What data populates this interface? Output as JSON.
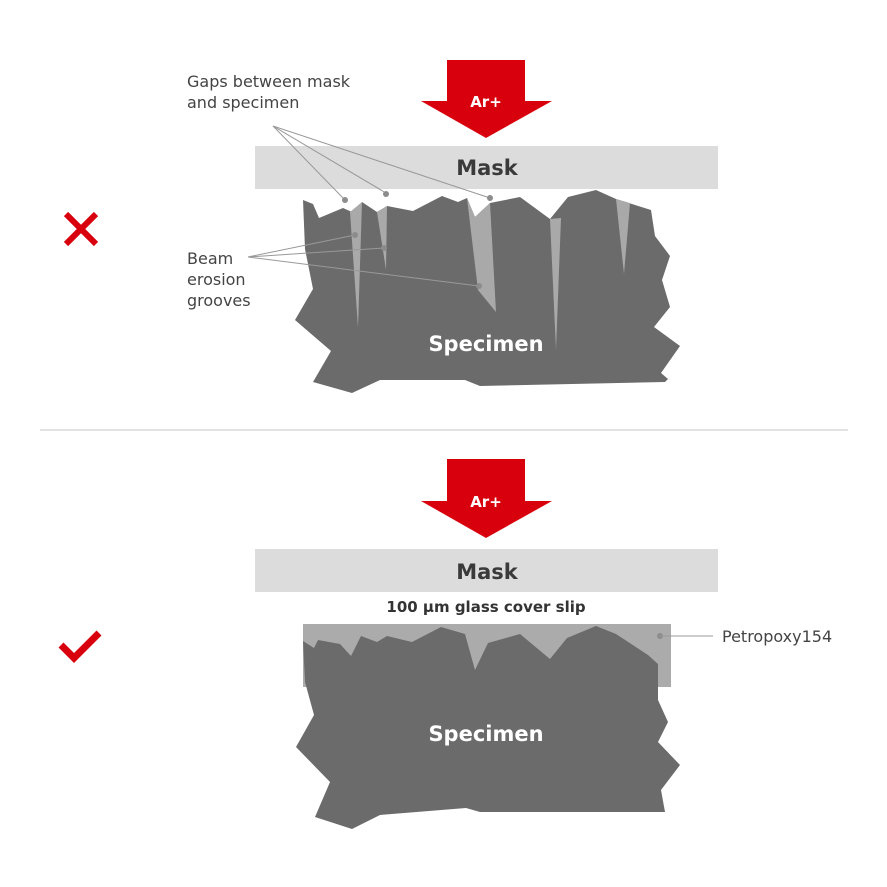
{
  "colors": {
    "accent": "#d9000d",
    "mask": "#dcdcdc",
    "specimen": "#6b6b6b",
    "gap": "#a9a9a9",
    "epoxy": "#ababab",
    "divider": "#e2e2e2"
  },
  "top_panel": {
    "status_icon": "cross-icon",
    "beam_label": "Ar+",
    "mask_label": "Mask",
    "specimen_label": "Specimen",
    "gaps_note": [
      "Gaps between mask",
      "and specimen"
    ],
    "grooves_note": [
      "Beam",
      "erosion",
      "grooves"
    ]
  },
  "bottom_panel": {
    "status_icon": "check-icon",
    "beam_label": "Ar+",
    "mask_label": "Mask",
    "cover_slip_label": "100 µm glass cover slip",
    "epoxy_label": "Petropoxy154",
    "specimen_label": "Specimen"
  }
}
